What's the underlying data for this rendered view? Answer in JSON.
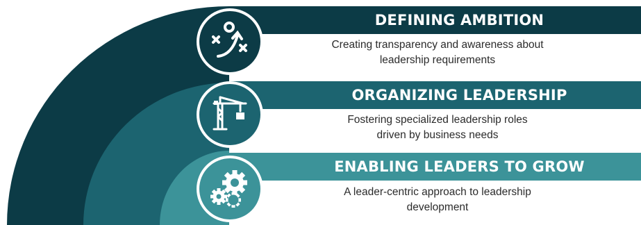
{
  "colors": {
    "band_1": "#0c3b46",
    "band_2": "#1c6470",
    "band_3": "#3c9399",
    "arc_1": "#0c3b46",
    "arc_2": "#1c6470",
    "arc_3": "#3c9399",
    "icon": "#ffffff"
  },
  "items": [
    {
      "title": "DEFINING AMBITION",
      "description_lines": [
        "Creating transparency and awareness about",
        "leadership requirements"
      ],
      "icon": "strategy-play-icon"
    },
    {
      "title": "ORGANIZING LEADERSHIP",
      "description_lines": [
        "Fostering specialized leadership roles",
        "driven by business needs"
      ],
      "icon": "construction-crane-icon"
    },
    {
      "title": "ENABLING LEADERS TO GROW",
      "description_lines": [
        "A leader-centric approach to leadership",
        "development"
      ],
      "icon": "gears-icon"
    }
  ]
}
